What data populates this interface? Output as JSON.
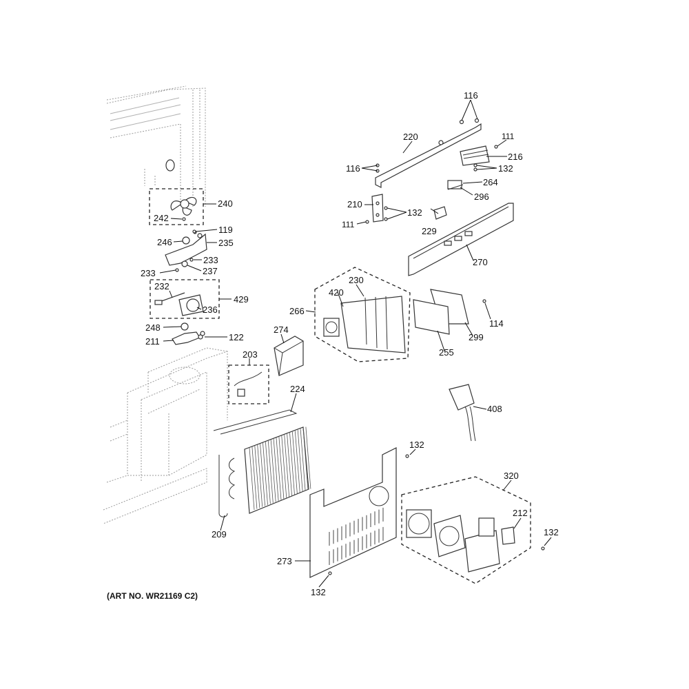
{
  "diagram": {
    "art_number": "(ART NO. WR21169 C2)",
    "callouts": [
      {
        "id": "c116a",
        "label": "116"
      },
      {
        "id": "c220",
        "label": "220"
      },
      {
        "id": "c111a",
        "label": "111"
      },
      {
        "id": "c216",
        "label": "216"
      },
      {
        "id": "c116b",
        "label": "116"
      },
      {
        "id": "c132a",
        "label": "132"
      },
      {
        "id": "c264",
        "label": "264"
      },
      {
        "id": "c296",
        "label": "296"
      },
      {
        "id": "c210",
        "label": "210"
      },
      {
        "id": "c132b",
        "label": "132"
      },
      {
        "id": "c111b",
        "label": "111"
      },
      {
        "id": "c229",
        "label": "229"
      },
      {
        "id": "c270",
        "label": "270"
      },
      {
        "id": "c240",
        "label": "240"
      },
      {
        "id": "c242",
        "label": "242"
      },
      {
        "id": "c119",
        "label": "119"
      },
      {
        "id": "c246",
        "label": "246"
      },
      {
        "id": "c235",
        "label": "235"
      },
      {
        "id": "c233a",
        "label": "233"
      },
      {
        "id": "c233b",
        "label": "233"
      },
      {
        "id": "c237",
        "label": "237"
      },
      {
        "id": "c232",
        "label": "232"
      },
      {
        "id": "c429",
        "label": "429"
      },
      {
        "id": "c236",
        "label": "236"
      },
      {
        "id": "c248",
        "label": "248"
      },
      {
        "id": "c211",
        "label": "211"
      },
      {
        "id": "c122",
        "label": "122"
      },
      {
        "id": "c230",
        "label": "230"
      },
      {
        "id": "c420",
        "label": "420"
      },
      {
        "id": "c266",
        "label": "266"
      },
      {
        "id": "c114",
        "label": "114"
      },
      {
        "id": "c274",
        "label": "274"
      },
      {
        "id": "c299",
        "label": "299"
      },
      {
        "id": "c255",
        "label": "255"
      },
      {
        "id": "c203",
        "label": "203"
      },
      {
        "id": "c224",
        "label": "224"
      },
      {
        "id": "c408",
        "label": "408"
      },
      {
        "id": "c132c",
        "label": "132"
      },
      {
        "id": "c320",
        "label": "320"
      },
      {
        "id": "c212",
        "label": "212"
      },
      {
        "id": "c132d",
        "label": "132"
      },
      {
        "id": "c209",
        "label": "209"
      },
      {
        "id": "c273",
        "label": "273"
      },
      {
        "id": "c132e",
        "label": "132"
      }
    ]
  }
}
